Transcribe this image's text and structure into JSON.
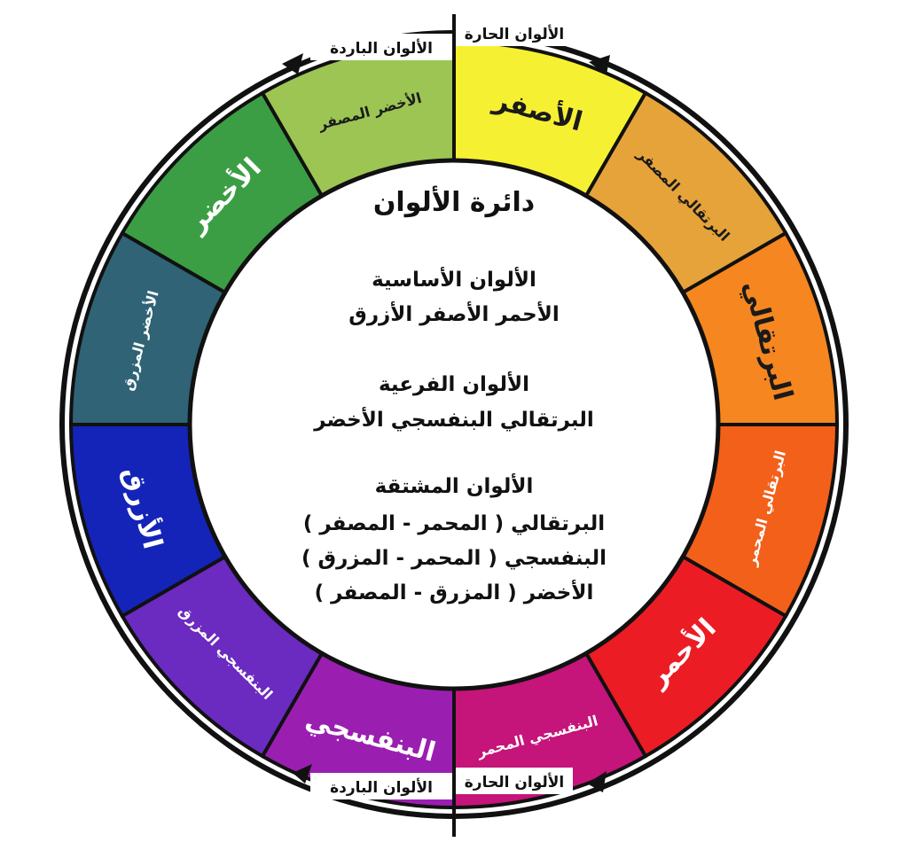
{
  "title": "دائرة الألوان",
  "segments": [
    {
      "label": "الأصفر",
      "color": "#F6F032",
      "text_color": "#1a1a1a",
      "size": "large"
    },
    {
      "label": "البرتقالي المصفر",
      "color": "#E5A33A",
      "text_color": "#1a1a1a",
      "size": "small"
    },
    {
      "label": "البرتقالي",
      "color": "#F6861F",
      "text_color": "#1a1a1a",
      "size": "large"
    },
    {
      "label": "البرتقالي المحمر",
      "color": "#F2601A",
      "text_color": "#ffffff",
      "size": "small"
    },
    {
      "label": "الأحمر",
      "color": "#EC1C24",
      "text_color": "#ffffff",
      "size": "large"
    },
    {
      "label": "البنفسجي المحمر",
      "color": "#C5147A",
      "text_color": "#ffffff",
      "size": "small"
    },
    {
      "label": "البنفسجي",
      "color": "#9A1FB0",
      "text_color": "#ffffff",
      "size": "large"
    },
    {
      "label": "البنفسجي المزرق",
      "color": "#6B2AC0",
      "text_color": "#ffffff",
      "size": "small"
    },
    {
      "label": "الأزرق",
      "color": "#1424B8",
      "text_color": "#ffffff",
      "size": "large"
    },
    {
      "label": "الأخضر المزرق",
      "color": "#2F6375",
      "text_color": "#ffffff",
      "size": "small"
    },
    {
      "label": "الأخضر",
      "color": "#3C9E44",
      "text_color": "#ffffff",
      "size": "large"
    },
    {
      "label": "الأخضر المصفر",
      "color": "#9CC553",
      "text_color": "#1a1a1a",
      "size": "small"
    }
  ],
  "groups": [
    {
      "heading": "الألوان الأساسية",
      "lines": [
        "الأحمر   الأصفر   الأزرق"
      ]
    },
    {
      "heading": "الألوان الفرعية",
      "lines": [
        "البرتقالي   البنفسجي  الأخضر"
      ]
    },
    {
      "heading": "الألوان المشتقة",
      "lines": [
        "البرتقالي  ( المحمر  -  المصفر )",
        "البنفسجي ( المحمر  -  المزرق  )",
        "الأخضر   ( المزرق  -  المصفر )"
      ]
    }
  ],
  "arrows": {
    "top_warm": "الألوان الحارة",
    "top_cold": "الألوان الباردة",
    "bottom_warm": "الألوان الحارة",
    "bottom_cold": "الألوان الباردة"
  }
}
